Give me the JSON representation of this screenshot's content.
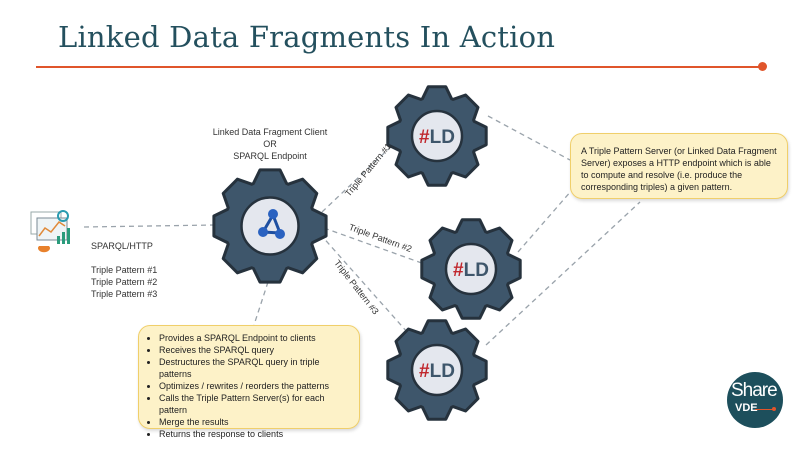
{
  "title": "Linked Data Fragments In Action",
  "colors": {
    "accent": "#e0552b",
    "title": "#24505e",
    "gear": "#3e566b",
    "gear_inner": "#e4e7ee",
    "callout_bg": "#fdf2c8",
    "callout_border": "#f0cf6a",
    "hash": "#c0272d"
  },
  "client": {
    "label_line1": "Linked Data Fragment Client",
    "label_line2": "OR",
    "label_line3": "SPARQL Endpoint",
    "icon": "linked-data-icon"
  },
  "user_icon": "analytics-dashboard-icon",
  "request": {
    "protocol": "SPARQL/HTTP",
    "patterns": [
      "Triple Pattern #1",
      "Triple Pattern #2",
      "Triple Pattern #3"
    ]
  },
  "edges": [
    "Triple Pattern #1",
    "Triple Pattern #2",
    "Triple Pattern #3"
  ],
  "servers": [
    {
      "hash": "#",
      "label": "LD"
    },
    {
      "hash": "#",
      "label": "LD"
    },
    {
      "hash": "#",
      "label": "LD"
    }
  ],
  "client_callout": {
    "items": [
      "Provides a SPARQL Endpoint to clients",
      "Receives the SPARQL query",
      "Destructures the SPARQL query in triple patterns",
      "Optimizes / rewrites / reorders the patterns",
      "Calls the Triple Pattern Server(s) for each pattern",
      "Merge the results",
      "Returns the response to clients"
    ]
  },
  "server_callout": {
    "text": "A Triple Pattern Server (or Linked Data Fragment Server) exposes a HTTP endpoint which is able to compute and resolve (i.e. produce the corresponding triples) a given pattern."
  },
  "logo": {
    "line1": "Share",
    "line2": "VDE"
  }
}
